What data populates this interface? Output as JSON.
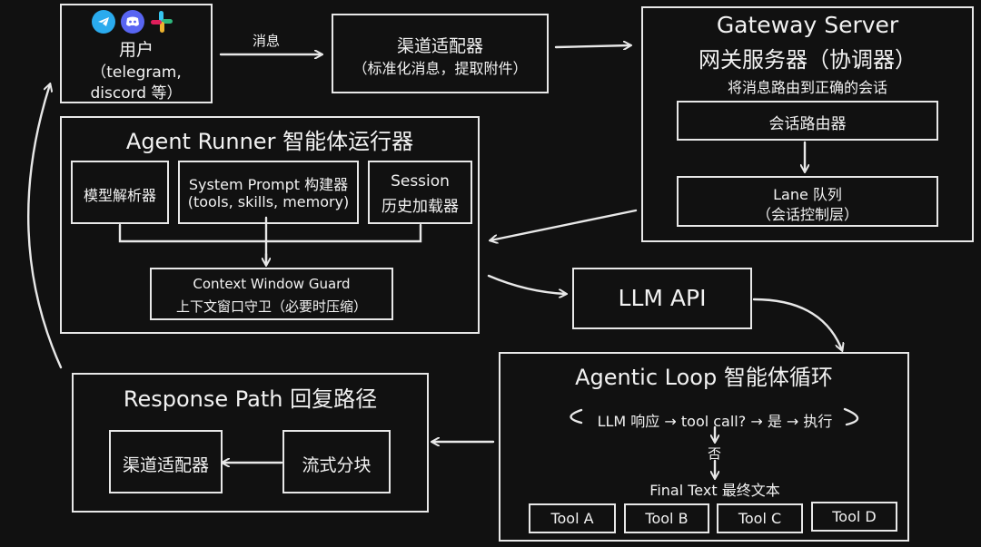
{
  "user": {
    "title": "用户",
    "line2": "（telegram,",
    "line3": "discord 等）",
    "icons": [
      "telegram-icon",
      "discord-icon",
      "slack-icon"
    ],
    "icon_colors": {
      "telegram": "#2AABEE",
      "discord": "#5865F2",
      "slack_green": "#2EB67D",
      "slack_red": "#E01E5A",
      "slack_yellow": "#ECB22E",
      "slack_blue": "#36C5F0"
    }
  },
  "edge_labels": {
    "message": "消息"
  },
  "channel_adapter": {
    "title": "渠道适配器",
    "subtitle": "（标准化消息，提取附件）"
  },
  "gateway": {
    "title": "Gateway Server",
    "subtitle": "网关服务器（协调器）",
    "desc": "将消息路由到正确的会话",
    "session_router": "会话路由器",
    "lane_queue_line1": "Lane 队列",
    "lane_queue_line2": "（会话控制层）"
  },
  "agent_runner": {
    "title": "Agent Runner 智能体运行器",
    "model_parser": "模型解析器",
    "prompt_builder_line1": "System Prompt 构建器",
    "prompt_builder_line2": "(tools, skills, memory)",
    "session_loader_line1": "Session",
    "session_loader_line2": "历史加载器",
    "context_guard_line1": "Context Window Guard",
    "context_guard_line2": "上下文窗口守卫（必要时压缩）"
  },
  "llm_api": {
    "label": "LLM API"
  },
  "agentic_loop": {
    "title": "Agentic Loop 智能体循环",
    "loop_text": "LLM 响应 → tool call? → 是 → 执行",
    "no_label": "否",
    "final_text": "Final Text 最终文本",
    "tools": [
      "Tool A",
      "Tool B",
      "Tool C",
      "Tool D"
    ]
  },
  "response_path": {
    "title": "Response Path 回复路径",
    "channel_adapter": "渠道适配器",
    "stream_chunk": "流式分块"
  },
  "colors": {
    "background": "#111111",
    "stroke": "#e8e8e8",
    "text": "#f2f2f2"
  }
}
